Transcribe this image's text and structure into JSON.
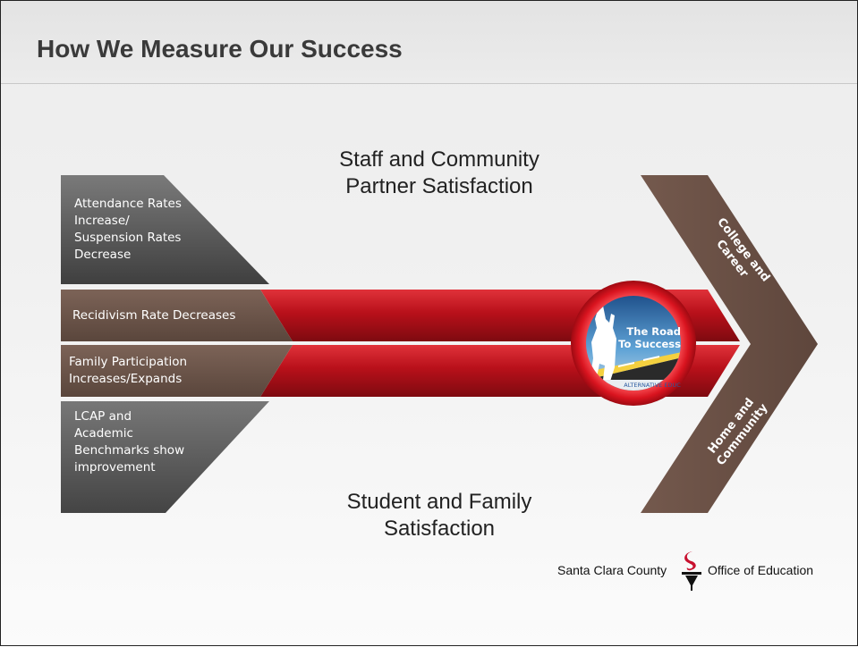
{
  "slide": {
    "title": "How We Measure Our Success"
  },
  "diagram": {
    "top_caption": [
      "Staff and Community",
      "Partner Satisfaction"
    ],
    "bottom_caption": [
      "Student and Family",
      "Satisfaction"
    ],
    "left_items": [
      {
        "lines": [
          "Attendance Rates",
          "Increase/",
          "Suspension Rates",
          "Decrease"
        ]
      },
      {
        "lines": [
          "Recidivism Rate Decreases"
        ]
      },
      {
        "lines": [
          "Family Participation",
          "Increases/Expands"
        ]
      },
      {
        "lines": [
          "LCAP and",
          "Academic",
          "Benchmarks show",
          "improvement"
        ]
      }
    ],
    "right_items": [
      {
        "lines": [
          "College and",
          "Career"
        ]
      },
      {
        "lines": [
          "Home and",
          "Community"
        ]
      }
    ],
    "road_badge": {
      "lines": [
        "The Road",
        "To Success"
      ],
      "small_text": "ALTERNATIVE EDUC"
    }
  },
  "logo": {
    "left_text": "Santa Clara County",
    "right_text": "Office of Education"
  },
  "colors": {
    "gray_block": "#555555",
    "brown_block": "#6b5448",
    "chevron": "#6a5248",
    "arrow_red": "#c0121b",
    "logo_red": "#c8102e"
  }
}
